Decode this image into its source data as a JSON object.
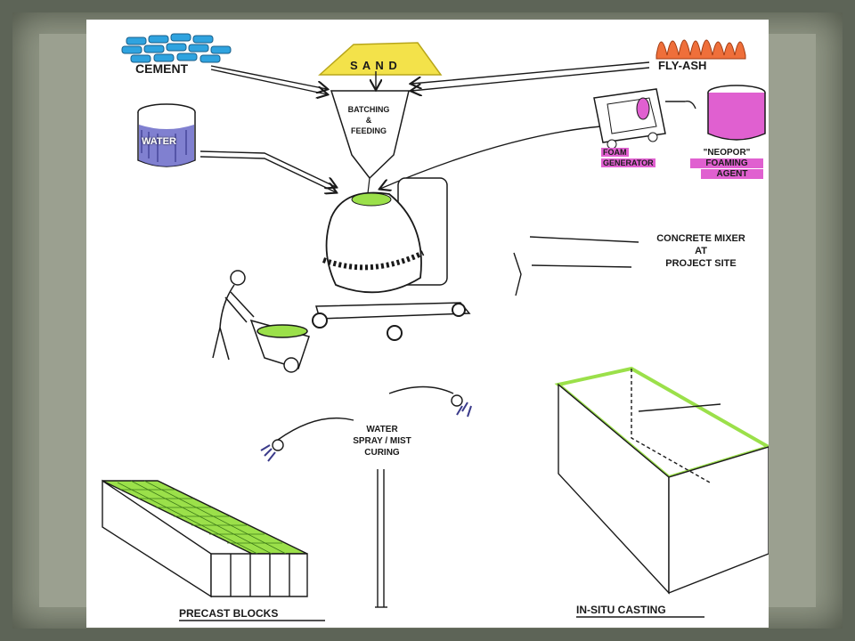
{
  "labels": {
    "cement": "CEMENT",
    "sand": "S A N D",
    "fly_ash": "FLY-ASH",
    "water": "WATER",
    "batching_line1": "BATCHING",
    "batching_line2": "&",
    "batching_line3": "FEEDING",
    "foam_line1": "FOAM",
    "foam_line2": "GENERATOR",
    "neopor_line1": "\"NEOPOR\"",
    "neopor_line2": "FOAMING",
    "neopor_line3": "AGENT",
    "mixer_line1": "CONCRETE MIXER",
    "mixer_line2": "AT",
    "mixer_line3": "PROJECT SITE",
    "curing_line1": "WATER",
    "curing_line2": "SPRAY / MIST",
    "curing_line3": "CURING",
    "precast": "PRECAST BLOCKS",
    "insitu": "IN-SITU CASTING"
  },
  "colors": {
    "cement": "#2fa3df",
    "sand": "#f3e24a",
    "fly_ash": "#ef6f3a",
    "water": "#4a4ab0",
    "foam_agent": "#e060d0",
    "concrete_green": "#9be04a",
    "ink": "#1a1a1a"
  }
}
